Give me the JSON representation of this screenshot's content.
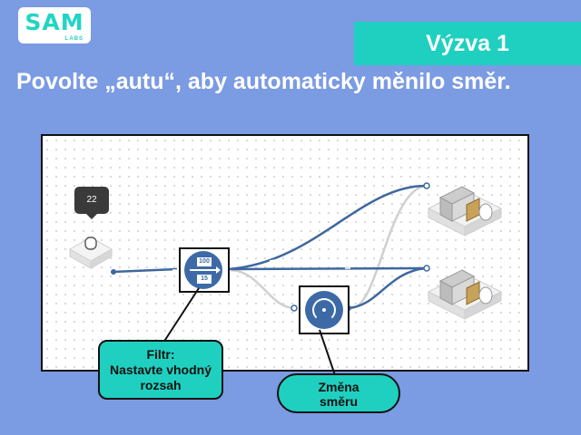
{
  "brand": {
    "logo_text": "SAM",
    "logo_sub": "LABS"
  },
  "badge": {
    "label": "Výzva 1"
  },
  "headline": {
    "text": "Povolte „autu“, aby automaticky měnilo směr."
  },
  "canvas": {
    "tooltip_value": "22",
    "filter": {
      "upper": "100",
      "lower": "15"
    }
  },
  "callouts": {
    "filter": {
      "title": "Filtr:",
      "line1": "Nastavte vhodný",
      "line2": "rozsah"
    },
    "direction": {
      "line1": "Změna",
      "line2": "směru"
    }
  },
  "colors": {
    "background": "#7b9be3",
    "accent": "#1fd0c0",
    "node_blue": "#3d6aa7",
    "wire_blue": "#3e679f",
    "wire_gray": "#d0d0d0"
  }
}
